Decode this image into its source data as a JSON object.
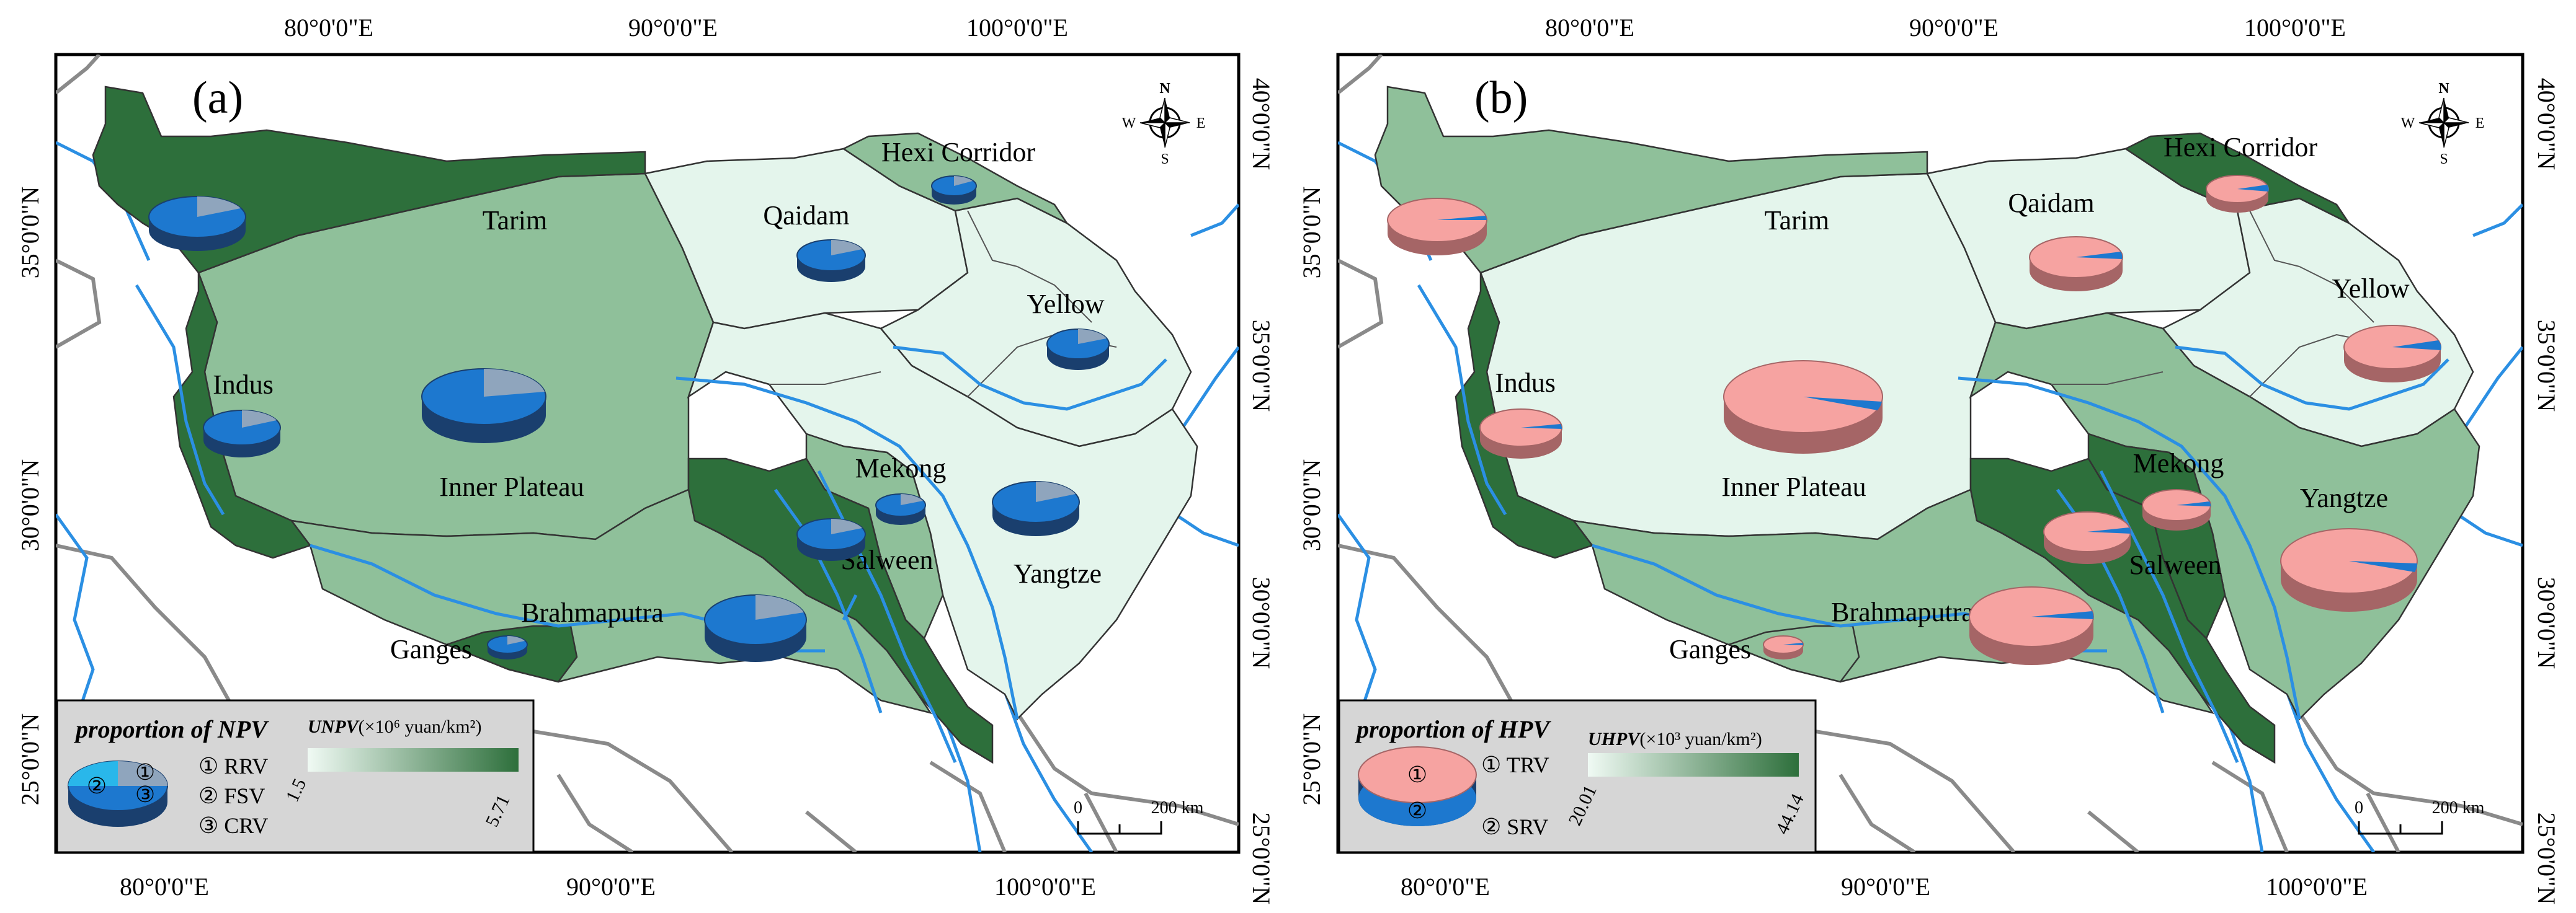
{
  "colors": {
    "low": "#e4f5ec",
    "mid": "#8fc09a",
    "high": "#2d6f3b",
    "river": "#2b8fe3",
    "border": "#8a8a8a",
    "npv_rrv": "#8fa5bd",
    "npv_fsv": "#29b7ea",
    "npv_crv": "#1d78cf",
    "hpv_trv": "#f6a3a1",
    "hpv_srv": "#1d78cf"
  },
  "panels": [
    {
      "label": "(a)",
      "top_ticks": [
        "80°0'0\"E",
        "90°0'0\"E",
        "100°0'0\"E"
      ],
      "bottom_ticks": [
        "80°0'0\"E",
        "90°0'0\"E",
        "100°0'0\"E"
      ],
      "left_ticks": [
        "35°0'0\"N",
        "30°0'0\"N",
        "25°0'0\"N"
      ],
      "right_ticks": [
        "40°0'0\"N",
        "35°0'0\"N",
        "30°0'0\"N",
        "25°0'0\"N"
      ],
      "compass": {
        "n": "N",
        "s": "S",
        "e": "E",
        "w": "W"
      },
      "scale": {
        "zero": "0",
        "dist": "200 km"
      },
      "legend": {
        "title": "proportion of NPV",
        "items": [
          "① RRV",
          "② FSV",
          "③ CRV"
        ],
        "pie_nums": [
          "①",
          "②",
          "③"
        ],
        "ramp_title": "UNPV",
        "ramp_unit": "(×10⁶ yuan/km²)",
        "ramp_min": "1.5",
        "ramp_max": "5.71"
      },
      "regions": [
        {
          "name": "Tarim",
          "level": "high"
        },
        {
          "name": "Hexi Corridor",
          "level": "mid"
        },
        {
          "name": "Qaidam",
          "level": "low"
        },
        {
          "name": "Yellow",
          "level": "low"
        },
        {
          "name": "Indus",
          "level": "high"
        },
        {
          "name": "Inner Plateau",
          "level": "mid"
        },
        {
          "name": "Mekong",
          "level": "mid"
        },
        {
          "name": "Salween",
          "level": "high"
        },
        {
          "name": "Yangtze",
          "level": "low"
        },
        {
          "name": "Brahmaputra",
          "level": "mid"
        },
        {
          "name": "Ganges",
          "level": "high"
        }
      ]
    },
    {
      "label": "(b)",
      "top_ticks": [
        "80°0'0\"E",
        "90°0'0\"E",
        "100°0'0\"E"
      ],
      "bottom_ticks": [
        "80°0'0\"E",
        "90°0'0\"E",
        "100°0'0\"E"
      ],
      "left_ticks": [
        "35°0'0\"N",
        "30°0'0\"N",
        "25°0'0\"N"
      ],
      "right_ticks": [
        "40°0'0\"N",
        "35°0'0\"N",
        "30°0'0\"N",
        "25°0'0\"N"
      ],
      "compass": {
        "n": "N",
        "s": "S",
        "e": "E",
        "w": "W"
      },
      "scale": {
        "zero": "0",
        "dist": "200 km"
      },
      "legend": {
        "title": "proportion of HPV",
        "items": [
          "① TRV",
          "② SRV"
        ],
        "pie_nums": [
          "①",
          "②"
        ],
        "ramp_title": "UHPV",
        "ramp_unit": "(×10³ yuan/km²)",
        "ramp_min": "20.01",
        "ramp_max": "44.14"
      },
      "regions": [
        {
          "name": "Tarim",
          "level": "mid"
        },
        {
          "name": "Hexi Corridor",
          "level": "high"
        },
        {
          "name": "Qaidam",
          "level": "low"
        },
        {
          "name": "Yellow",
          "level": "low"
        },
        {
          "name": "Indus",
          "level": "high"
        },
        {
          "name": "Inner Plateau",
          "level": "low"
        },
        {
          "name": "Mekong",
          "level": "high"
        },
        {
          "name": "Salween",
          "level": "high"
        },
        {
          "name": "Yangtze",
          "level": "mid"
        },
        {
          "name": "Brahmaputra",
          "level": "mid"
        },
        {
          "name": "Ganges",
          "level": "mid"
        }
      ]
    }
  ]
}
